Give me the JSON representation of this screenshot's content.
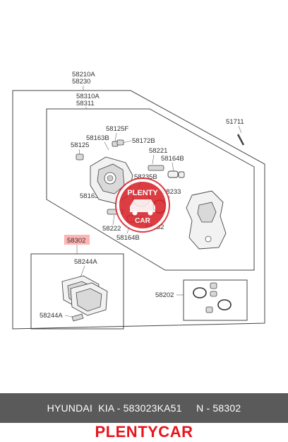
{
  "part_labels": {
    "p58210A": "58210A",
    "p58230": "58230",
    "p58310A": "58310A",
    "p58311": "58311",
    "p51711": "51711",
    "p58125F": "58125F",
    "p58163B_top": "58163B",
    "p58172B": "58172B",
    "p58125": "58125",
    "p58221": "58221",
    "p58164B_top": "58164B",
    "p58235B": "58235B",
    "p58233": "58233",
    "p58163B_bottom": "58163B",
    "p58222": "58222",
    "p58232": "58232",
    "p58164B_bottom": "58164B",
    "p58302": "58302",
    "p58244A_top": "58244A",
    "p58244A_bottom": "58244A",
    "p58202": "58202"
  },
  "watermark": {
    "top_text": "PLENTY",
    "bottom_text": "CAR",
    "color": "#d8232a"
  },
  "footer": {
    "text": "HYUNDAI  KIA - 583023KA51     N - 58302",
    "brand": "PLENTYCAR",
    "bar_color": "#5a5a5a",
    "brand_color": "#e8141c"
  },
  "highlight_color": "#ffb3b3"
}
